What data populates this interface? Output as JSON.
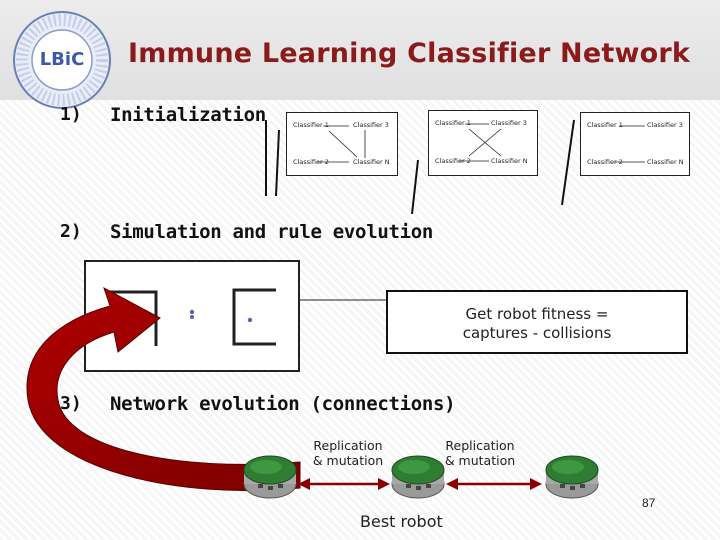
{
  "header": {
    "title": "Immune Learning Classifier Network",
    "logo_text": "LBiC"
  },
  "steps": [
    {
      "num": "1)",
      "label": "Initialization"
    },
    {
      "num": "2)",
      "label": "Simulation and rule evolution"
    },
    {
      "num": "3)",
      "label": "Network evolution (connections)"
    }
  ],
  "networks": [
    {
      "nodes": [
        "Classifier 1",
        "Classifier 3",
        "Classifier 2",
        "Classifier N"
      ]
    },
    {
      "nodes": [
        "Classifier 1",
        "Classifier 3",
        "Classifier 2",
        "Classifier N"
      ]
    },
    {
      "nodes": [
        "Classifier 1",
        "Classifier 3",
        "Classifier 2",
        "Classifier N"
      ]
    }
  ],
  "fitness": {
    "line1": "Get robot fitness =",
    "line2": "captures - collisions"
  },
  "replication": [
    {
      "line1": "Replication",
      "line2": "& mutation"
    },
    {
      "line1": "Replication",
      "line2": "& mutation"
    }
  ],
  "best_robot": "Best robot",
  "page_number": "87",
  "colors": {
    "title": "#8b1a1a",
    "arrow": "#8b0000",
    "robot_green": "#2e7d32"
  }
}
